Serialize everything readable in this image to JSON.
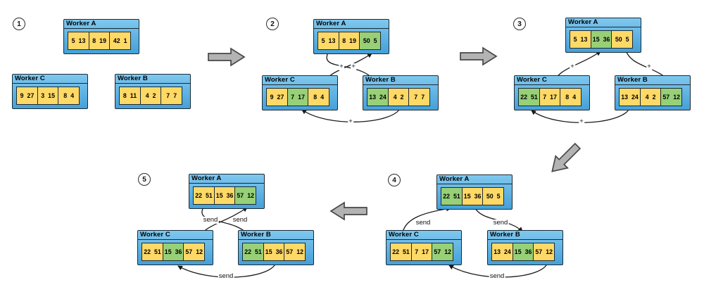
{
  "colors": {
    "blue_top": "#7fc8ef",
    "blue_bottom": "#45a0d8",
    "cell_yellow": "#ffd966",
    "cell_green": "#97d077",
    "border_dark": "#1c2a33",
    "arrow_fill": "#b3b3b3",
    "arrow_stroke": "#474747",
    "line_dark": "#1a1a1a"
  },
  "steps": [
    {
      "number": "1",
      "workers": [
        {
          "name": "Worker A",
          "cells": [
            {
              "text": "5 13",
              "state": "yellow"
            },
            {
              "text": "8 19",
              "state": "yellow"
            },
            {
              "text": "42 1",
              "state": "yellow"
            }
          ]
        },
        {
          "name": "Worker C",
          "cells": [
            {
              "text": "9 27",
              "state": "yellow"
            },
            {
              "text": "3 15",
              "state": "yellow"
            },
            {
              "text": "8 4",
              "state": "yellow"
            }
          ]
        },
        {
          "name": "Worker B",
          "cells": [
            {
              "text": "8 11",
              "state": "yellow"
            },
            {
              "text": "4 2",
              "state": "yellow"
            },
            {
              "text": "7 7",
              "state": "yellow"
            }
          ]
        }
      ],
      "arrows": []
    },
    {
      "number": "2",
      "workers": [
        {
          "name": "Worker A",
          "cells": [
            {
              "text": "5 13",
              "state": "yellow"
            },
            {
              "text": "8 19",
              "state": "yellow"
            },
            {
              "text": "50 5",
              "state": "green"
            }
          ]
        },
        {
          "name": "Worker C",
          "cells": [
            {
              "text": "9 27",
              "state": "yellow"
            },
            {
              "text": "7 17",
              "state": "green"
            },
            {
              "text": "8 4",
              "state": "yellow"
            }
          ]
        },
        {
          "name": "Worker B",
          "cells": [
            {
              "text": "13 24",
              "state": "green"
            },
            {
              "text": "4 2",
              "state": "yellow"
            },
            {
              "text": "7 7",
              "state": "yellow"
            }
          ]
        }
      ],
      "arrows": [
        {
          "from": "Worker C",
          "to": "Worker A",
          "label": "+"
        },
        {
          "from": "Worker A",
          "to": "Worker B",
          "label": "+"
        },
        {
          "from": "Worker B",
          "to": "Worker C",
          "label": "+"
        }
      ]
    },
    {
      "number": "3",
      "workers": [
        {
          "name": "Worker A",
          "cells": [
            {
              "text": "5 13",
              "state": "yellow"
            },
            {
              "text": "15 36",
              "state": "green"
            },
            {
              "text": "50 5",
              "state": "yellow"
            }
          ]
        },
        {
          "name": "Worker C",
          "cells": [
            {
              "text": "22 51",
              "state": "green"
            },
            {
              "text": "7 17",
              "state": "yellow"
            },
            {
              "text": "8 4",
              "state": "yellow"
            }
          ]
        },
        {
          "name": "Worker B",
          "cells": [
            {
              "text": "13 24",
              "state": "yellow"
            },
            {
              "text": "4 2",
              "state": "yellow"
            },
            {
              "text": "57 12",
              "state": "green"
            }
          ]
        }
      ],
      "arrows": [
        {
          "from": "Worker C",
          "to": "Worker A",
          "label": "+"
        },
        {
          "from": "Worker A",
          "to": "Worker B",
          "label": "+"
        },
        {
          "from": "Worker B",
          "to": "Worker C",
          "label": "+"
        }
      ]
    },
    {
      "number": "4",
      "workers": [
        {
          "name": "Worker A",
          "cells": [
            {
              "text": "22 51",
              "state": "green"
            },
            {
              "text": "15 36",
              "state": "yellow"
            },
            {
              "text": "50 5",
              "state": "yellow"
            }
          ]
        },
        {
          "name": "Worker C",
          "cells": [
            {
              "text": "22 51",
              "state": "yellow"
            },
            {
              "text": "7 17",
              "state": "yellow"
            },
            {
              "text": "57 12",
              "state": "green"
            }
          ]
        },
        {
          "name": "Worker B",
          "cells": [
            {
              "text": "13 24",
              "state": "yellow"
            },
            {
              "text": "15 36",
              "state": "green"
            },
            {
              "text": "57 12",
              "state": "yellow"
            }
          ]
        }
      ],
      "arrows": [
        {
          "from": "Worker C",
          "to": "Worker A",
          "label": "send"
        },
        {
          "from": "Worker A",
          "to": "Worker B",
          "label": "send"
        },
        {
          "from": "Worker B",
          "to": "Worker C",
          "label": "send"
        }
      ]
    },
    {
      "number": "5",
      "workers": [
        {
          "name": "Worker A",
          "cells": [
            {
              "text": "22 51",
              "state": "yellow"
            },
            {
              "text": "15 36",
              "state": "yellow"
            },
            {
              "text": "57 12",
              "state": "green"
            }
          ]
        },
        {
          "name": "Worker C",
          "cells": [
            {
              "text": "22 51",
              "state": "yellow"
            },
            {
              "text": "15 36",
              "state": "green"
            },
            {
              "text": "57 12",
              "state": "yellow"
            }
          ]
        },
        {
          "name": "Worker B",
          "cells": [
            {
              "text": "22 51",
              "state": "green"
            },
            {
              "text": "15 36",
              "state": "yellow"
            },
            {
              "text": "57 12",
              "state": "yellow"
            }
          ]
        }
      ],
      "arrows": [
        {
          "from": "Worker A",
          "to": "Worker B",
          "label": "send"
        },
        {
          "from": "Worker C",
          "to": "Worker A",
          "label": "send"
        },
        {
          "from": "Worker B",
          "to": "Worker C",
          "label": "send"
        }
      ]
    }
  ]
}
